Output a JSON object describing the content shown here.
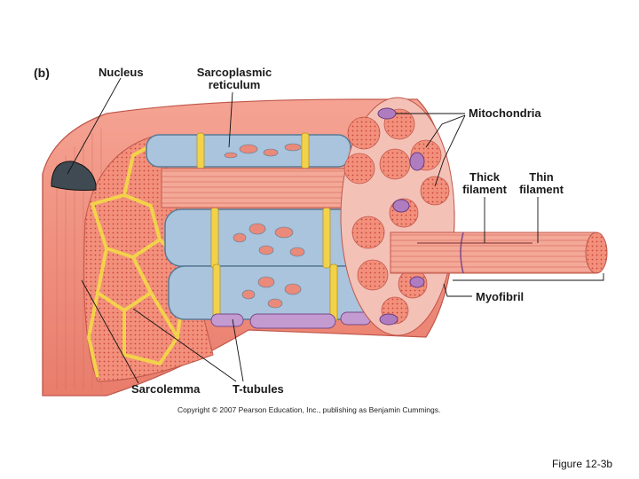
{
  "panel_label": "(b)",
  "labels": {
    "nucleus": "Nucleus",
    "sarcoplasmic_reticulum": [
      "Sarcoplasmic",
      "reticulum"
    ],
    "mitochondria": "Mitochondria",
    "thick_filament": [
      "Thick",
      "filament"
    ],
    "thin_filament": [
      "Thin",
      "filament"
    ],
    "myofibril": "Myofibril",
    "sarcolemma": "Sarcolemma",
    "t_tubules": "T-tubules"
  },
  "copyright": "Copyright © 2007 Pearson Education, Inc., publishing as Benjamin Cummings.",
  "figure_caption": "Figure 12-3b",
  "colors": {
    "muscle": "#f08a78",
    "muscle_dark": "#d9604f",
    "reticulum": "#a9c4dc",
    "t_tubule": "#f2d24a",
    "mitochondria": "#b07cc0",
    "nucleus": "#3f4a52"
  }
}
